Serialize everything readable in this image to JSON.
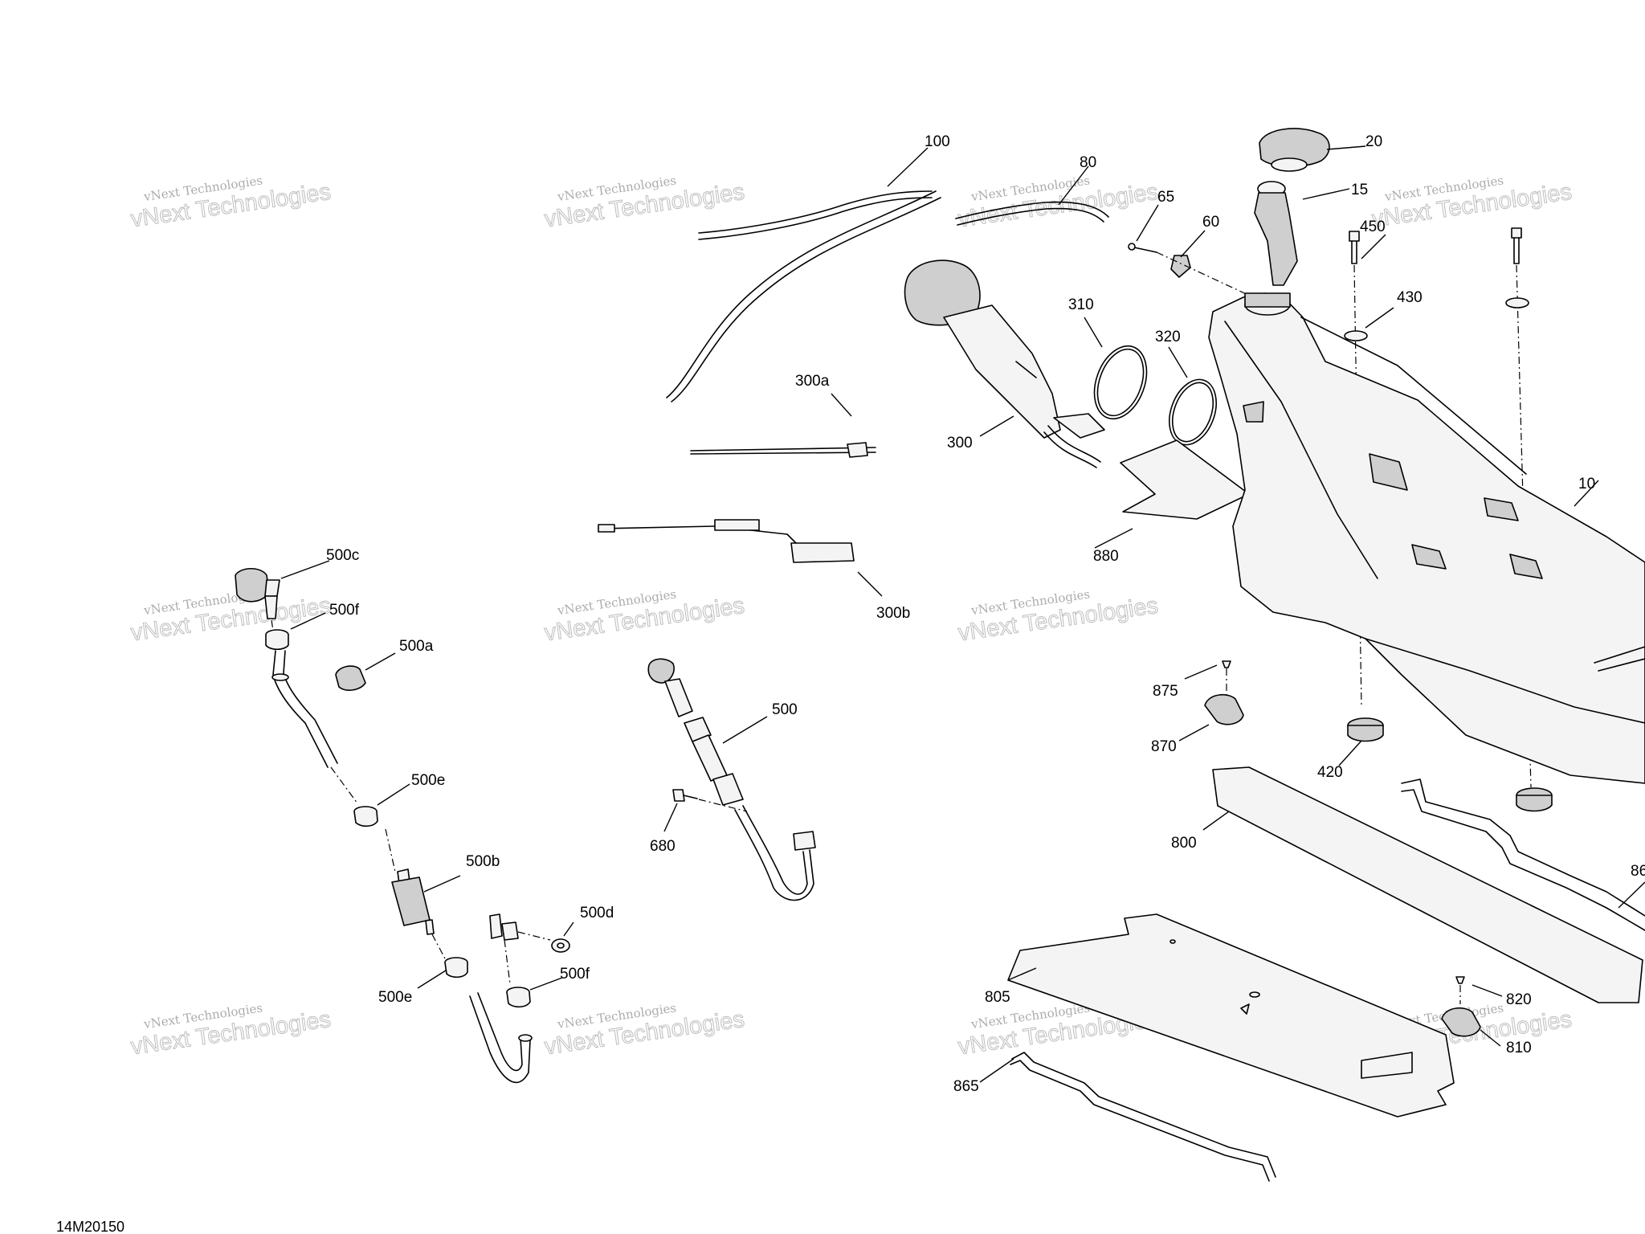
{
  "diagram_code": "14M20150",
  "watermark": {
    "small": "vNext Technologies",
    "big": "vNext Technologies"
  },
  "callouts": [
    {
      "id": "100",
      "label": "100"
    },
    {
      "id": "80",
      "label": "80"
    },
    {
      "id": "65",
      "label": "65"
    },
    {
      "id": "60",
      "label": "60"
    },
    {
      "id": "20",
      "label": "20"
    },
    {
      "id": "15",
      "label": "15"
    },
    {
      "id": "450",
      "label": "450"
    },
    {
      "id": "430",
      "label": "430"
    },
    {
      "id": "310",
      "label": "310"
    },
    {
      "id": "320",
      "label": "320"
    },
    {
      "id": "300a",
      "label": "300a"
    },
    {
      "id": "300",
      "label": "300"
    },
    {
      "id": "880",
      "label": "880"
    },
    {
      "id": "10",
      "label": "10"
    },
    {
      "id": "300b",
      "label": "300b"
    },
    {
      "id": "500c",
      "label": "500c"
    },
    {
      "id": "500f-top",
      "label": "500f"
    },
    {
      "id": "500a",
      "label": "500a"
    },
    {
      "id": "500",
      "label": "500"
    },
    {
      "id": "875",
      "label": "875"
    },
    {
      "id": "870",
      "label": "870"
    },
    {
      "id": "420",
      "label": "420"
    },
    {
      "id": "500e-top",
      "label": "500e"
    },
    {
      "id": "680",
      "label": "680"
    },
    {
      "id": "800",
      "label": "800"
    },
    {
      "id": "500b",
      "label": "500b"
    },
    {
      "id": "500d",
      "label": "500d"
    },
    {
      "id": "500f-bottom",
      "label": "500f"
    },
    {
      "id": "500e-bottom",
      "label": "500e"
    },
    {
      "id": "805",
      "label": "805"
    },
    {
      "id": "820",
      "label": "820"
    },
    {
      "id": "810",
      "label": "810"
    },
    {
      "id": "865",
      "label": "865"
    },
    {
      "id": "86x",
      "label": "86"
    }
  ]
}
